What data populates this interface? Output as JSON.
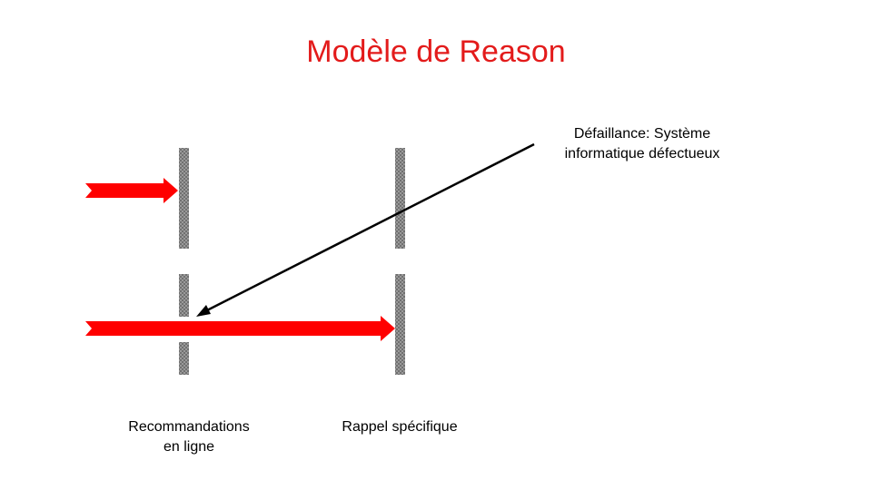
{
  "slide": {
    "title": "Modèle de Reason",
    "failure_label_line1": "Défaillance: Système",
    "failure_label_line2": "informatique défectueux",
    "barrier1_label_line1": "Recommandations",
    "barrier1_label_line2": "en ligne",
    "barrier2_label": "Rappel spécifique"
  },
  "colors": {
    "title": "#e31b1b",
    "hazard_arrow": "#ff0000",
    "barrier": "#808080",
    "failure_arrow": "#000000"
  }
}
